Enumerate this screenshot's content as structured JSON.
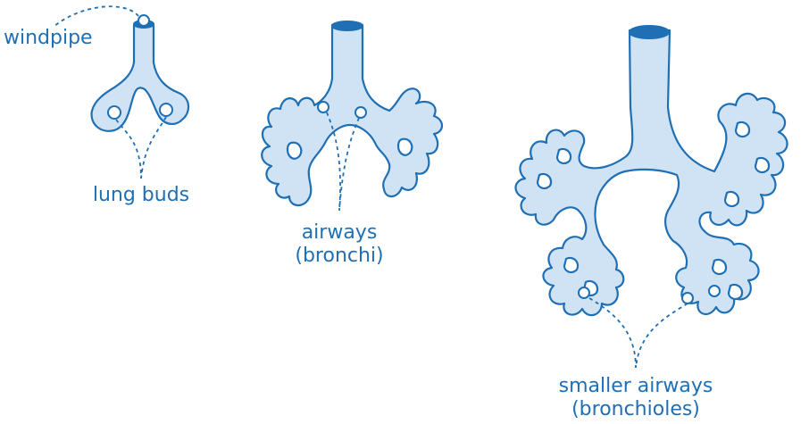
{
  "labels": {
    "windpipe": "windpipe",
    "lung_buds": "lung buds",
    "airways_line1": "airways",
    "airways_line2": "(bronchi)",
    "smaller_line1": "smaller airways",
    "smaller_line2": "(bronchioles)"
  },
  "colors": {
    "outline": "#1f6fb5",
    "fill": "#cfe3f4",
    "text": "#1f6fb5"
  }
}
